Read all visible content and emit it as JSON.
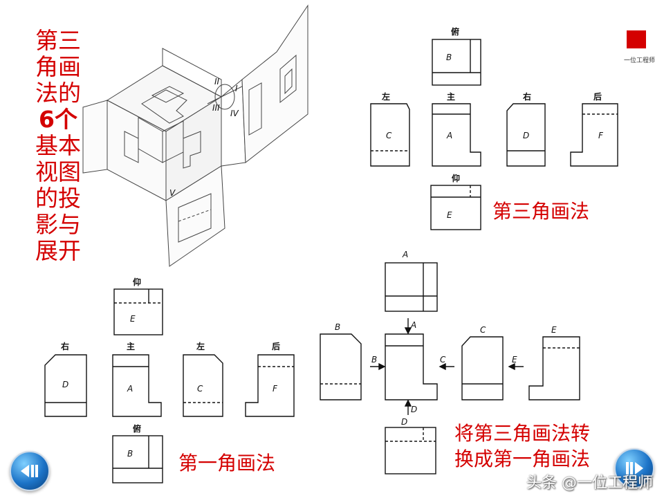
{
  "title_lines": [
    "第三",
    "角画",
    "法的",
    "6个",
    "基本",
    "视图",
    "的投",
    "影与",
    "展开"
  ],
  "captions": {
    "third_angle": "第三角画法",
    "first_angle": "第一角画法",
    "convert_line1": "将第三角画法转",
    "convert_line2": "换成第一角画法"
  },
  "view_headers": {
    "top": "俯",
    "left": "左",
    "front": "主",
    "right": "右",
    "back": "后",
    "bottom": "仰"
  },
  "view_letters": {
    "A": "A",
    "B": "B",
    "C": "C",
    "D": "D",
    "E": "E",
    "F": "F"
  },
  "arrow_labels": {
    "A": "A",
    "B": "B",
    "C": "C",
    "D": "D",
    "E": "E"
  },
  "projection_planes": [
    "I",
    "II",
    "III",
    "IV",
    "V"
  ],
  "watermark": "头条 @一位工程师",
  "brand_text": "一位工程师",
  "nav": {
    "prev": "previous-slide",
    "next": "next-slide"
  },
  "colors": {
    "accent": "#d40000",
    "line": "#111111",
    "nav_blue": "#1c73c7"
  }
}
